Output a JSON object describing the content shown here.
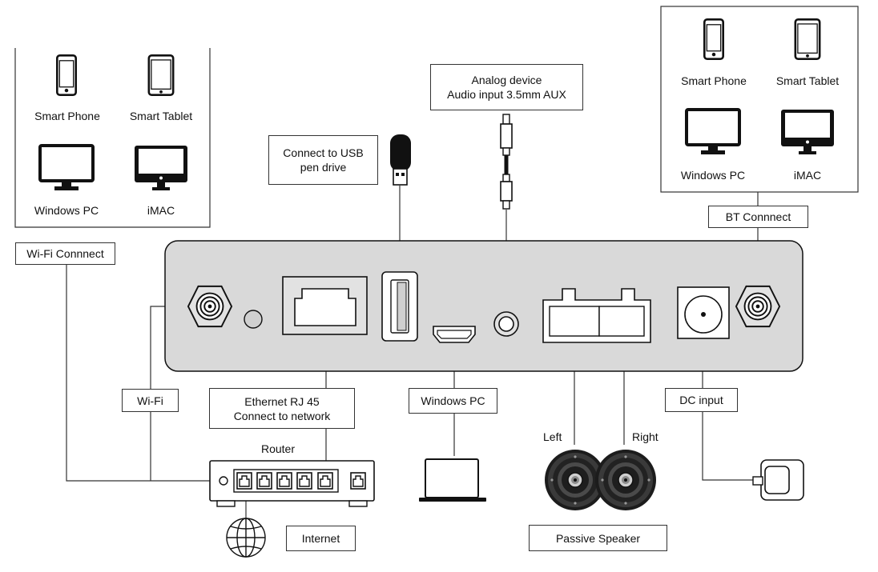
{
  "left_devices": {
    "smart_phone": "Smart Phone",
    "smart_tablet": "Smart Tablet",
    "windows_pc": "Windows PC",
    "imac": "iMAC"
  },
  "right_devices": {
    "smart_phone": "Smart Phone",
    "smart_tablet": "Smart Tablet",
    "windows_pc": "Windows PC",
    "imac": "iMAC"
  },
  "labels": {
    "wifi_connect": "Wi-Fi Connnect",
    "bt_connect": "BT Connnect",
    "usb_line1": "Connect to USB",
    "usb_line2": "pen drive",
    "analog_line1": "Analog device",
    "analog_line2": "Audio input 3.5mm AUX",
    "wifi": "Wi-Fi",
    "ethernet_line1": "Ethernet RJ 45",
    "ethernet_line2": "Connect to network",
    "windows_pc": "Windows PC",
    "dc_input": "DC input",
    "router": "Router",
    "internet": "Internet",
    "left": "Left",
    "right": "Right",
    "passive_speaker": "Passive Speaker"
  }
}
